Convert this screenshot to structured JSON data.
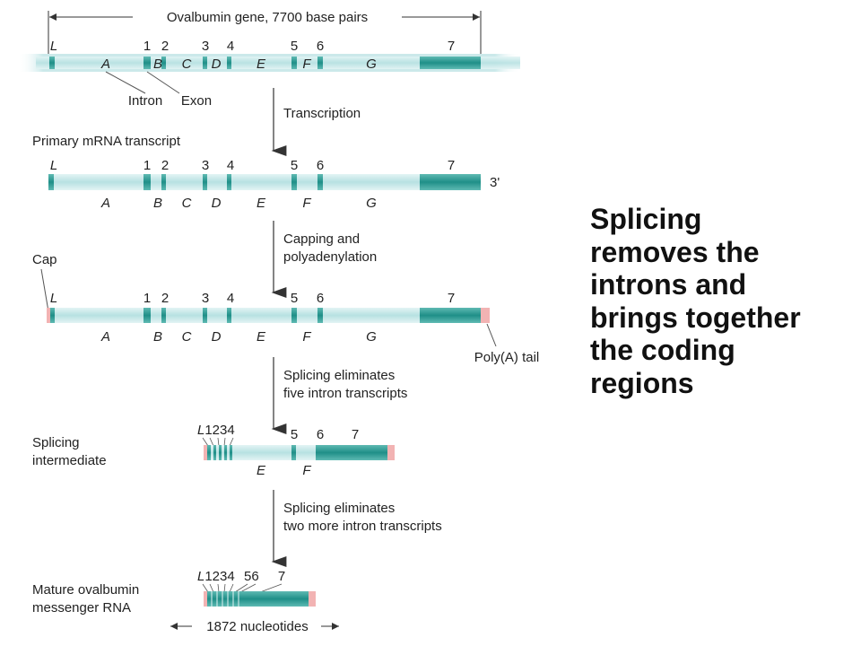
{
  "diagram": {
    "header": "Ovalbumin gene, 7700 base pairs",
    "exon_labels": [
      "L",
      "1",
      "2",
      "3",
      "4",
      "5",
      "6",
      "7"
    ],
    "intron_labels": [
      "A",
      "B",
      "C",
      "D",
      "E",
      "F",
      "G"
    ],
    "intron_callout": "Intron",
    "exon_callout": "Exon",
    "steps": [
      "Transcription",
      "Capping and",
      "polyadenylation",
      "Splicing eliminates",
      "five intron transcripts",
      "Splicing eliminates",
      "two more intron transcripts"
    ],
    "stage_labels": [
      "Primary mRNA transcript",
      "Cap",
      "Splicing",
      "intermediate",
      "Mature ovalbumin",
      "messenger RNA"
    ],
    "three_prime": "3'",
    "polya_tail": "Poly(A) tail",
    "intermediate_exon_labels": [
      "L1234",
      "5",
      "6",
      "7"
    ],
    "intermediate_intron_labels": [
      "E",
      "F"
    ],
    "mature_exon_labels": [
      "L1234",
      "56",
      "7"
    ],
    "mature_length": "1872 nucleotides"
  },
  "caption": {
    "lines": [
      "Splicing",
      "removes the",
      "introns and",
      "brings together",
      "the coding",
      "regions"
    ]
  },
  "colors": {
    "intron": "#bfe5e6",
    "exon": "#2a9b94",
    "cap_tail": "#f2b3b3",
    "arrow": "#333333"
  }
}
